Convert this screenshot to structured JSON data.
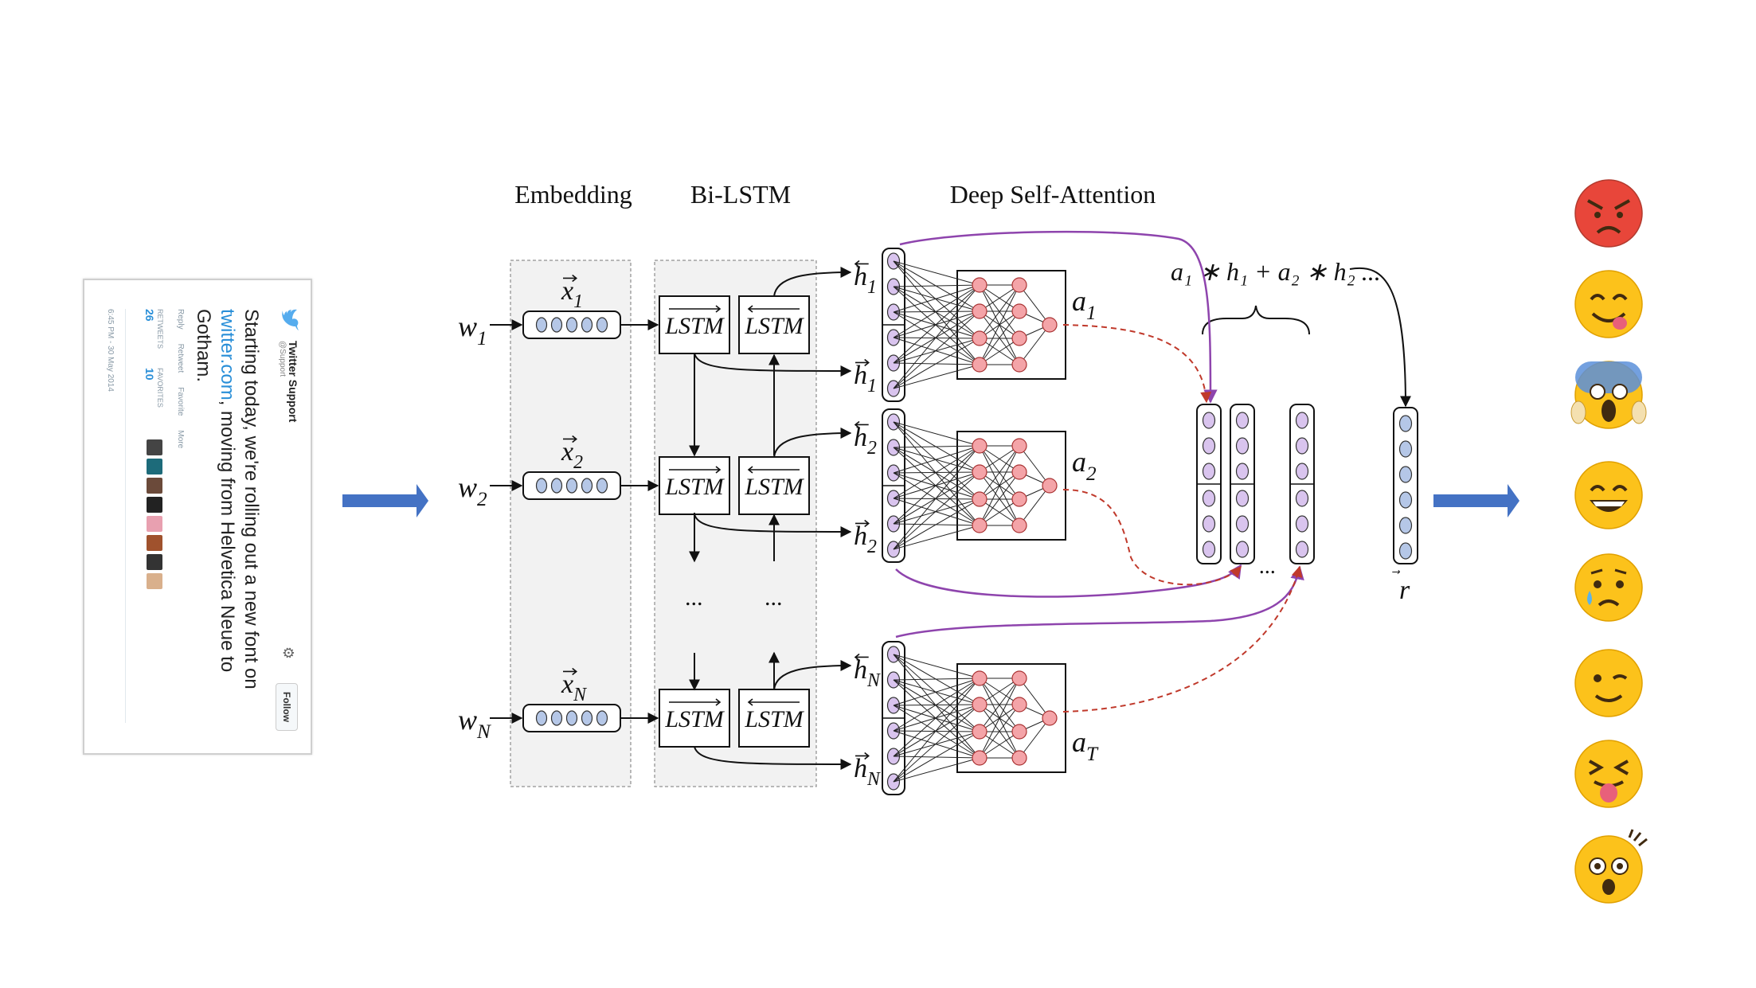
{
  "sections": {
    "embedding": "Embedding",
    "bilstm": "Bi-LSTM",
    "attention": "Deep Self-Attention"
  },
  "rows": [
    {
      "w": "w",
      "w_sub": "1",
      "x": "x",
      "x_sub": "1",
      "h_back": "h",
      "h_back_sub": "1",
      "h_fwd": "h",
      "h_fwd_sub": "1",
      "a": "a",
      "a_sub": "1"
    },
    {
      "w": "w",
      "w_sub": "2",
      "x": "x",
      "x_sub": "2",
      "h_back": "h",
      "h_back_sub": "2",
      "h_fwd": "h",
      "h_fwd_sub": "2",
      "a": "a",
      "a_sub": "2"
    },
    {
      "w": "w",
      "w_sub": "N",
      "x": "x",
      "x_sub": "N",
      "h_back": "h",
      "h_back_sub": "N",
      "h_fwd": "h",
      "h_fwd_sub": "N",
      "a": "a",
      "a_sub": "T"
    }
  ],
  "lstm_label": "LSTM",
  "ellipsis": "...",
  "formula": "a₁ ∗ h₁ + a₂ ∗ h₂ ...",
  "output_vector": "r",
  "tweet": {
    "name": "Twitter Support",
    "handle": "@Support",
    "follow": "Follow",
    "text_before": "Starting today, we're rolling out a new font on ",
    "text_link": "twitter.com",
    "text_after": ", moving from Helvetica Neue to Gotham.",
    "actions": [
      "Reply",
      "Retweet",
      "Favorite",
      "More"
    ],
    "retweets_label": "RETWEETS",
    "retweets_value": "26",
    "favorites_label": "FAVORITES",
    "favorites_value": "10",
    "date": "6:45 PM - 30 May 2014"
  },
  "emojis": [
    "angry-face",
    "face-savoring-food",
    "face-screaming-in-fear",
    "grinning-face",
    "crying-face",
    "winking-face",
    "squinting-face-with-tongue",
    "astonished-face"
  ],
  "colors": {
    "blue_arrow": "#4472c4",
    "purple": "#8e44ad",
    "red_dashed": "#c0392b",
    "blue_node": "#b5c7e7",
    "purple_node": "#d9c4ee",
    "red_node": "#f4a4a8",
    "emoji_yellow": "#fcc21b",
    "emoji_red": "#e8463a"
  }
}
